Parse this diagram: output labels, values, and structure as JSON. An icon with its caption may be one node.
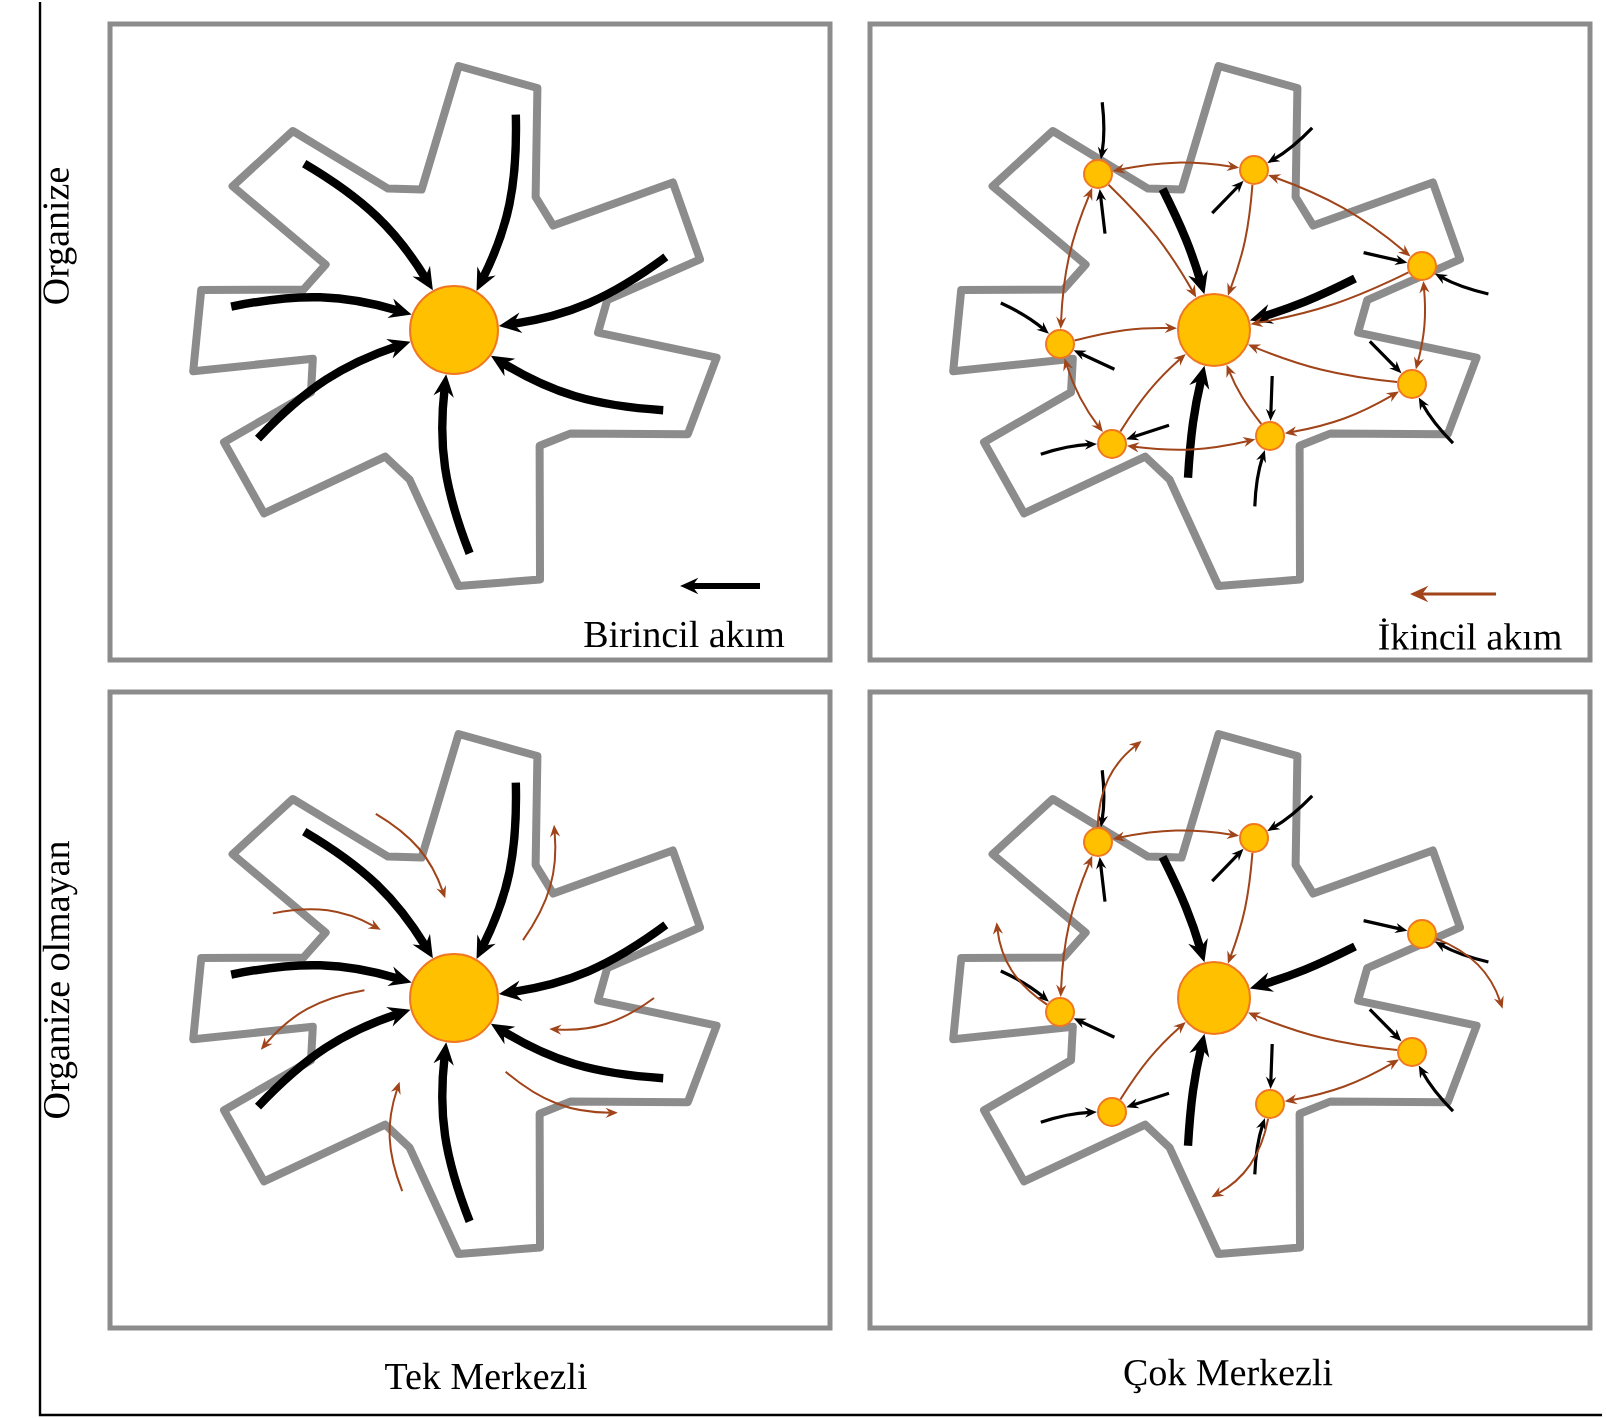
{
  "diagram": {
    "nodes": [
      {
        "text": [],
        "shape": "circle"
      },
      {
        "text": [],
        "shape": "circle"
      },
      {
        "text": [],
        "shape": "circle"
      },
      {
        "text": [],
        "shape": "circle"
      },
      {
        "text": [],
        "shape": "circle"
      },
      {
        "text": [],
        "shape": "circle"
      },
      {
        "text": [],
        "shape": "circle"
      },
      {
        "text": [],
        "shape": "circle"
      },
      {
        "text": [],
        "shape": "circle"
      },
      {
        "text": [],
        "shape": "circle"
      },
      {
        "text": [],
        "shape": "circle"
      },
      {
        "text": [],
        "shape": "circle"
      },
      {
        "text": [],
        "shape": "circle"
      },
      {
        "text": [],
        "shape": "circle"
      },
      {
        "text": [],
        "shape": "circle"
      },
      {
        "text": [],
        "shape": "circle"
      },
      {
        "text": [],
        "shape": "circle"
      },
      {
        "text": [],
        "shape": "circle"
      }
    ],
    "edges": [
      {
        "from": null,
        "to": 0,
        "arrow": "to",
        "style": "thick"
      },
      {
        "from": null,
        "to": 0,
        "arrow": "to",
        "style": "thick"
      },
      {
        "from": null,
        "to": 0,
        "arrow": "to",
        "style": "thick"
      },
      {
        "from": null,
        "to": 0,
        "arrow": "to",
        "style": "thick"
      },
      {
        "from": null,
        "to": 0,
        "arrow": "to",
        "style": "thick"
      },
      {
        "from": null,
        "to": 0,
        "arrow": "to",
        "style": "thick"
      },
      {
        "from": null,
        "to": 0,
        "arrow": "to",
        "style": "thick"
      },
      {
        "from": null,
        "to": 1,
        "arrow": "to",
        "style": "thick"
      },
      {
        "from": null,
        "to": 1,
        "arrow": "to",
        "style": "thick"
      },
      {
        "from": null,
        "to": 1,
        "arrow": "to",
        "style": "thick"
      },
      {
        "from": null,
        "to": 2,
        "arrow": "to"
      },
      {
        "from": null,
        "to": 2,
        "arrow": "to"
      },
      {
        "from": 2,
        "to": 3,
        "arrow": "both",
        "color": "#a0441a"
      },
      {
        "from": 2,
        "to": 1,
        "arrow": "to",
        "color": "#a0441a"
      },
      {
        "from": null,
        "to": 3,
        "arrow": "to"
      },
      {
        "from": null,
        "to": 3,
        "arrow": "to"
      },
      {
        "from": 3,
        "to": 4,
        "arrow": "both",
        "color": "#a0441a"
      },
      {
        "from": 3,
        "to": 1,
        "arrow": "to",
        "color": "#a0441a"
      },
      {
        "from": null,
        "to": 4,
        "arrow": "to"
      },
      {
        "from": null,
        "to": 4,
        "arrow": "to"
      },
      {
        "from": 4,
        "to": 5,
        "arrow": "both",
        "color": "#a0441a"
      },
      {
        "from": 4,
        "to": 1,
        "arrow": "to",
        "color": "#a0441a"
      },
      {
        "from": null,
        "to": 5,
        "arrow": "to"
      },
      {
        "from": null,
        "to": 5,
        "arrow": "to"
      },
      {
        "from": 5,
        "to": 6,
        "arrow": "both",
        "color": "#a0441a"
      },
      {
        "from": 5,
        "to": 1,
        "arrow": "to",
        "color": "#a0441a"
      },
      {
        "from": null,
        "to": 6,
        "arrow": "to"
      },
      {
        "from": null,
        "to": 6,
        "arrow": "to"
      },
      {
        "from": 6,
        "to": 7,
        "arrow": "both",
        "color": "#a0441a"
      },
      {
        "from": 6,
        "to": 1,
        "arrow": "to",
        "color": "#a0441a"
      },
      {
        "from": null,
        "to": 7,
        "arrow": "to"
      },
      {
        "from": null,
        "to": 7,
        "arrow": "to"
      },
      {
        "from": 7,
        "to": 8,
        "arrow": "both",
        "color": "#a0441a"
      },
      {
        "from": 7,
        "to": 1,
        "arrow": "to",
        "color": "#a0441a"
      },
      {
        "from": null,
        "to": 8,
        "arrow": "to"
      },
      {
        "from": null,
        "to": 8,
        "arrow": "to"
      },
      {
        "from": 8,
        "to": 2,
        "arrow": "both",
        "color": "#a0441a"
      },
      {
        "from": 8,
        "to": 1,
        "arrow": "to",
        "color": "#a0441a"
      },
      {
        "from": null,
        "to": 9,
        "arrow": "to",
        "style": "thick"
      },
      {
        "from": null,
        "to": 9,
        "arrow": "to",
        "style": "thick"
      },
      {
        "from": null,
        "to": 9,
        "arrow": "to",
        "style": "thick"
      },
      {
        "from": null,
        "to": 9,
        "arrow": "to",
        "style": "thick"
      },
      {
        "from": null,
        "to": 9,
        "arrow": "to",
        "style": "thick"
      },
      {
        "from": null,
        "to": 9,
        "arrow": "to",
        "style": "thick"
      },
      {
        "from": null,
        "to": 9,
        "arrow": "to",
        "style": "thick"
      },
      {
        "from": null,
        "to": 10,
        "arrow": "to",
        "style": "thick"
      },
      {
        "from": null,
        "to": 10,
        "arrow": "to",
        "style": "thick"
      },
      {
        "from": null,
        "to": 10,
        "arrow": "to",
        "style": "thick"
      },
      {
        "from": null,
        "to": 11,
        "arrow": "to"
      },
      {
        "from": null,
        "to": 11,
        "arrow": "to"
      },
      {
        "from": 11,
        "to": 12,
        "arrow": "both",
        "color": "#a0441a"
      },
      {
        "from": 11,
        "to": null,
        "arrow": "to",
        "color": "#a0441a"
      },
      {
        "from": null,
        "to": 12,
        "arrow": "to"
      },
      {
        "from": null,
        "to": 12,
        "arrow": "to"
      },
      {
        "from": 12,
        "to": 10,
        "arrow": "to",
        "color": "#a0441a"
      },
      {
        "from": null,
        "to": 13,
        "arrow": "to"
      },
      {
        "from": null,
        "to": 13,
        "arrow": "to"
      },
      {
        "from": 13,
        "to": null,
        "arrow": "to",
        "color": "#a0441a"
      },
      {
        "from": null,
        "to": 14,
        "arrow": "to"
      },
      {
        "from": null,
        "to": 14,
        "arrow": "to"
      },
      {
        "from": 14,
        "to": 15,
        "arrow": "both",
        "color": "#a0441a"
      },
      {
        "from": 14,
        "to": 10,
        "arrow": "to",
        "color": "#a0441a"
      },
      {
        "from": null,
        "to": 15,
        "arrow": "to"
      },
      {
        "from": null,
        "to": 15,
        "arrow": "to"
      },
      {
        "from": 15,
        "to": null,
        "arrow": "to",
        "color": "#a0441a"
      },
      {
        "from": null,
        "to": 16,
        "arrow": "to"
      },
      {
        "from": null,
        "to": 16,
        "arrow": "to"
      },
      {
        "from": 16,
        "to": 10,
        "arrow": "to",
        "color": "#a0441a"
      },
      {
        "from": null,
        "to": 17,
        "arrow": "to"
      },
      {
        "from": null,
        "to": 17,
        "arrow": "to"
      },
      {
        "from": 17,
        "to": 11,
        "arrow": "both",
        "color": "#a0441a"
      },
      {
        "from": 17,
        "to": null,
        "arrow": "to",
        "color": "#a0441a"
      }
    ],
    "labels": [
      "Organize",
      "Organize olmayan",
      "Tek Merkezli",
      "Çok Merkezli"
    ],
    "legend": [
      {
        "text": "Birincil akım"
      },
      {
        "text": "İkincil akım"
      }
    ]
  }
}
